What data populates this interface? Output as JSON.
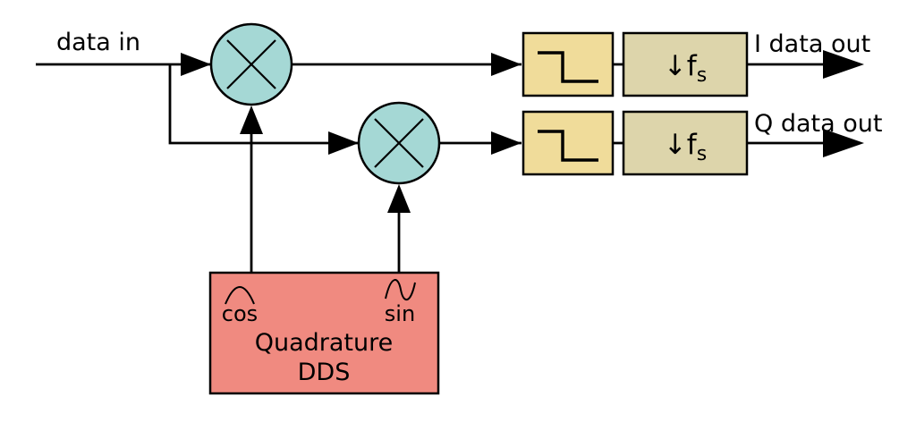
{
  "labels": {
    "data_in": "data in",
    "i_data_out": "I data out",
    "q_data_out": "Q data out"
  },
  "decimator": {
    "main": "↓f",
    "sub": "s"
  },
  "dds": {
    "cos": "cos",
    "sin": "sin",
    "line1": "Quadrature",
    "line2": "DDS"
  },
  "colors": {
    "background": "#ffffff",
    "stroke": "#000000",
    "mixer_fill": "#a5d8d5",
    "filter_fill": "#f0dc9a",
    "decimator_fill": "#ddd5ab",
    "dds_fill": "#f08a80"
  }
}
